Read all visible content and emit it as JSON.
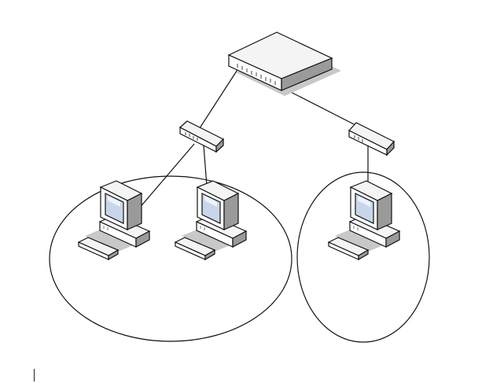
{
  "diagram": {
    "type": "network-topology",
    "colors": {
      "stroke": "#111111",
      "device_top": "#f4f4f4",
      "device_front": "#ffffff",
      "device_side": "#9a9a9a",
      "shadow": "#c8c8c8",
      "screen": "#c9d6ea",
      "screen_highlight": "#eef3fb"
    },
    "nodes": [
      {
        "id": "core-switch",
        "kind": "switch",
        "icon": "network-switch-icon"
      },
      {
        "id": "hub-left",
        "kind": "hub",
        "icon": "hub-icon"
      },
      {
        "id": "hub-right",
        "kind": "hub",
        "icon": "hub-icon"
      },
      {
        "id": "pc-1",
        "kind": "workstation",
        "icon": "desktop-computer-icon"
      },
      {
        "id": "pc-2",
        "kind": "workstation",
        "icon": "desktop-computer-icon"
      },
      {
        "id": "pc-3",
        "kind": "workstation",
        "icon": "desktop-computer-icon"
      }
    ],
    "links": [
      {
        "from": "core-switch",
        "to": "hub-left"
      },
      {
        "from": "core-switch",
        "to": "hub-right"
      },
      {
        "from": "hub-left",
        "to": "pc-1"
      },
      {
        "from": "hub-left",
        "to": "pc-2"
      },
      {
        "from": "hub-right",
        "to": "pc-3"
      }
    ],
    "groups": [
      {
        "id": "segment-left",
        "members": [
          "pc-1",
          "pc-2"
        ]
      },
      {
        "id": "segment-right",
        "members": [
          "pc-3"
        ]
      }
    ]
  }
}
